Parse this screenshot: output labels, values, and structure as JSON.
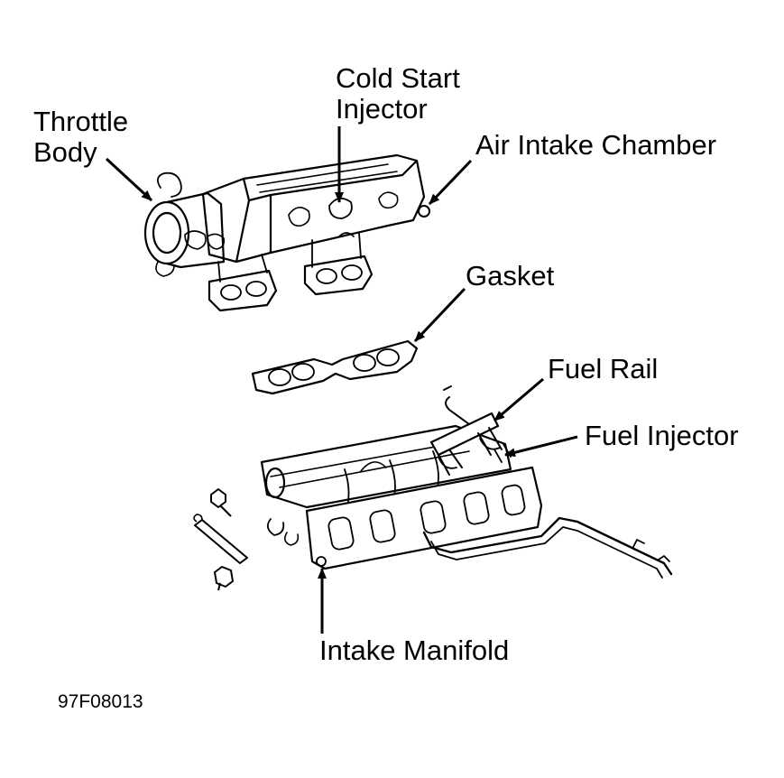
{
  "labels": {
    "throttle_body": [
      "Throttle",
      "Body"
    ],
    "cold_start_injector": [
      "Cold Start",
      "Injector"
    ],
    "air_intake_chamber": "Air Intake Chamber",
    "gasket": "Gasket",
    "fuel_rail": "Fuel Rail",
    "fuel_injector": "Fuel Injector",
    "intake_manifold": "Intake Manifold"
  },
  "figure_code": "97F08013",
  "colors": {
    "ink": "#000000",
    "background": "#ffffff"
  }
}
